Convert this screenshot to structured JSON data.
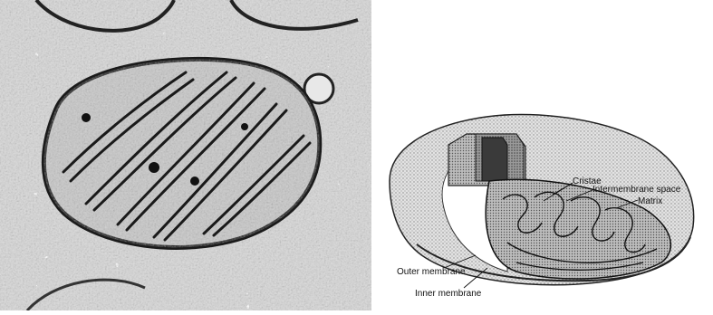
{
  "labels": {
    "cristae": "Cristae",
    "intermembrane_space": "Intermembrane space",
    "matrix": "Matrix",
    "outer_membrane": "Outer membrane",
    "inner_membrane": "Inner membrane"
  }
}
